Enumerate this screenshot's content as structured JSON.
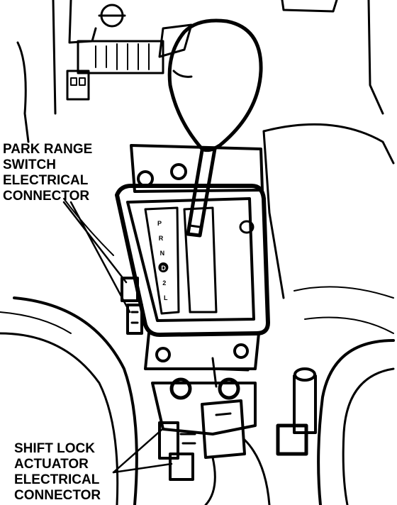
{
  "callouts": {
    "park_range": {
      "lines": [
        "PARK RANGE",
        "SWITCH",
        "ELECTRICAL",
        "CONNECTOR"
      ]
    },
    "shift_lock": {
      "lines": [
        "SHIFT LOCK",
        "ACTUATOR",
        "ELECTRICAL",
        "CONNECTOR"
      ]
    }
  },
  "gear_indicator": {
    "positions": [
      "P",
      "R",
      "N",
      "D",
      "2",
      "L"
    ]
  },
  "colors": {
    "ink": "#000000",
    "paper": "#ffffff"
  }
}
